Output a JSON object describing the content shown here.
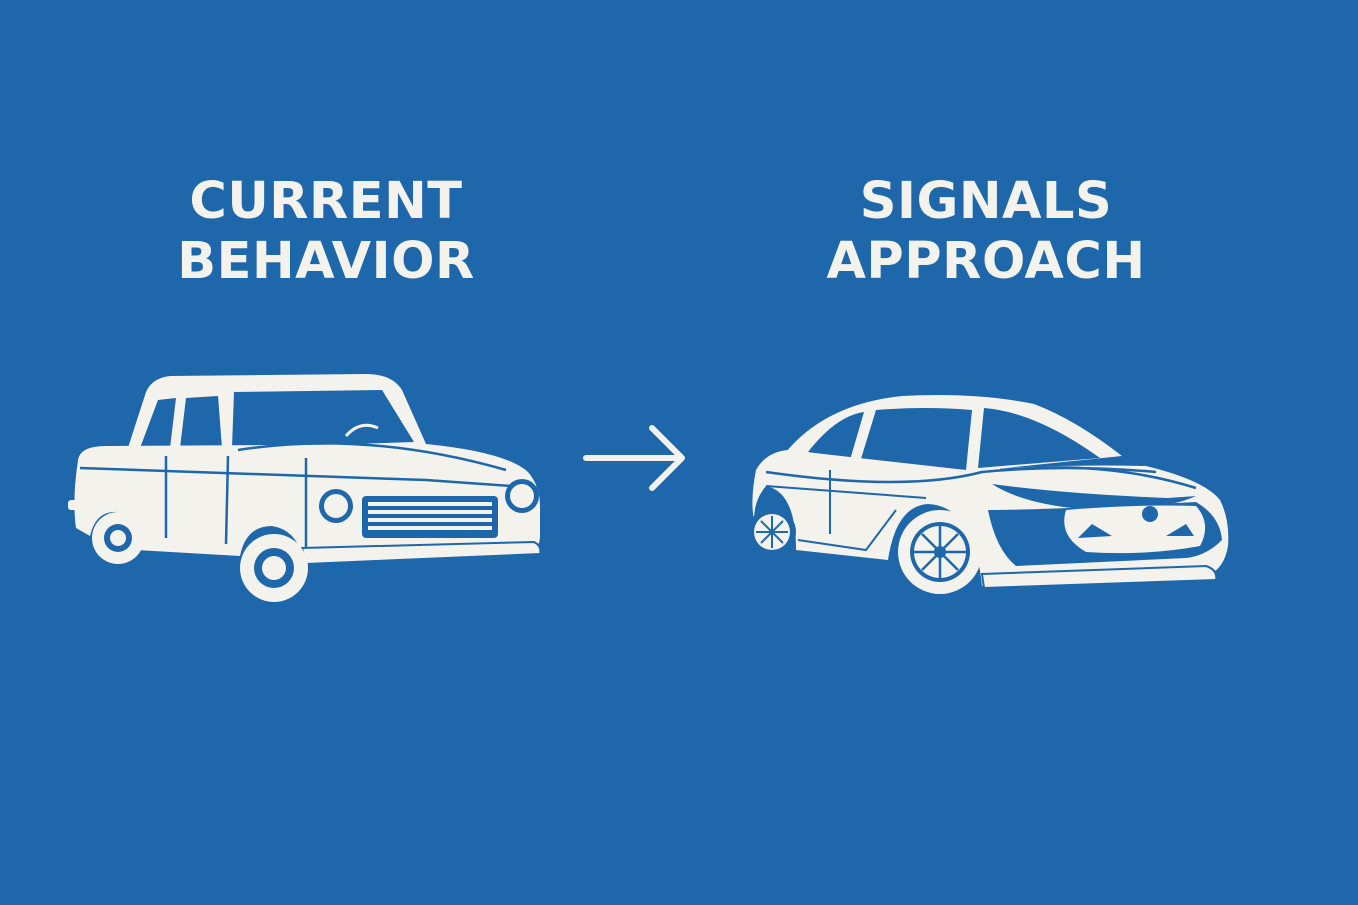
{
  "left": {
    "title_line1": "CURRENT",
    "title_line2": "BEHAVIOR",
    "illustration": "classic-sedan-icon"
  },
  "right": {
    "title_line1": "SIGNALS",
    "title_line2": "APPROACH",
    "illustration": "modern-sedan-icon"
  },
  "connector": "right-arrow-icon",
  "colors": {
    "background": "#1e67aa",
    "foreground": "#f3f2ec"
  }
}
